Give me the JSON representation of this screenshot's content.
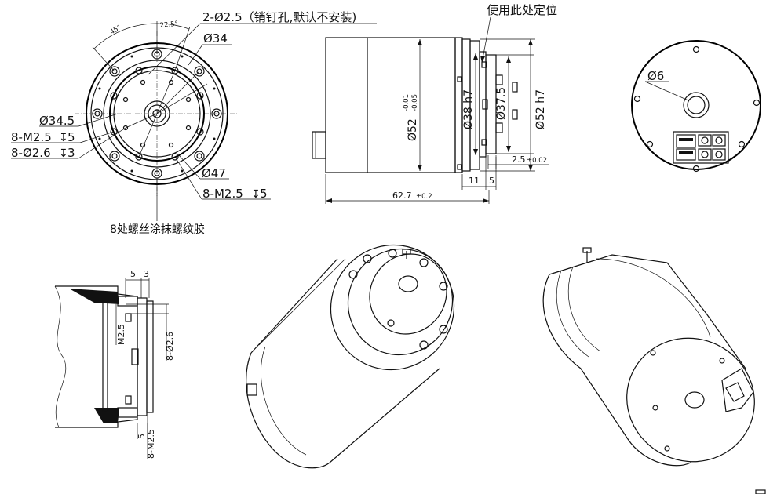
{
  "front_view": {
    "pin_hole_note": "2-Ø2.5（销钉孔,默认不安装)",
    "dia_34": "Ø34",
    "angle_45": "45°",
    "angle_22_5": "22.5°",
    "dia_34_5": "Ø34.5",
    "m25_depth5_left": "8-M2.5",
    "m25_depth5_left_depth": "5",
    "hole_26_depth3": "8-Ø2.6",
    "hole_26_depth3_depth": "3",
    "dia_47": "Ø47",
    "m25_depth5_right": "8-M2.5",
    "m25_depth5_right_depth": "5",
    "glue_note": "8处螺丝涂抹螺纹胶"
  },
  "side_view": {
    "locate_note": "使用此处定位",
    "dia_52_tol": "Ø52",
    "dia_52_tol_upper": "-0.01",
    "dia_52_tol_lower": "-0.05",
    "dia_38_h7": "Ø38 h7",
    "dia_37_5": "Ø37.5",
    "dia_52_h7": "Ø52 h7",
    "dim_2_5": "2.5",
    "dim_2_5_tol": "±0.02",
    "dim_11": "11",
    "dim_5": "5",
    "dim_62_7": "62.7",
    "dim_62_7_tol": "±0.2"
  },
  "rear_view": {
    "dia_6": "Ø6"
  },
  "section_view": {
    "dim_5_top": "5",
    "dim_3_top": "3",
    "m25_label": "M2.5",
    "hole_26_label": "8-Ø2.6",
    "dim_5_bottom": "5",
    "m25_bottom": "8-M2.5"
  }
}
